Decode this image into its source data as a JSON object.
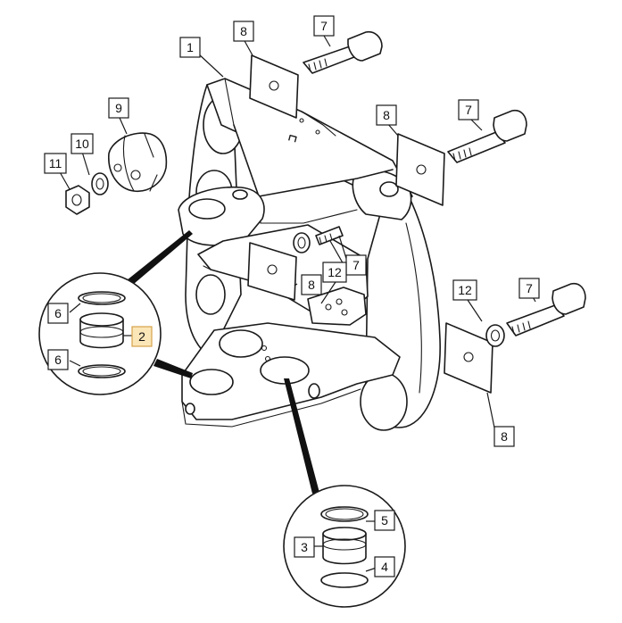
{
  "diagram": {
    "labels": {
      "l1": "1",
      "l2": "2",
      "l3": "3",
      "l4": "4",
      "l5": "5",
      "l6a": "6",
      "l6b": "6",
      "l7a": "7",
      "l7b": "7",
      "l7c": "7",
      "l7d": "7",
      "l8a": "8",
      "l8b": "8",
      "l8c": "8",
      "l8d": "8",
      "l9": "9",
      "l10": "10",
      "l11": "11",
      "l12a": "12",
      "l12b": "12"
    },
    "highlighted_label": "2",
    "colors": {
      "line": "#1a1a1a",
      "highlight_fill": "#fbe6b8",
      "highlight_stroke": "#d6a24a"
    }
  }
}
